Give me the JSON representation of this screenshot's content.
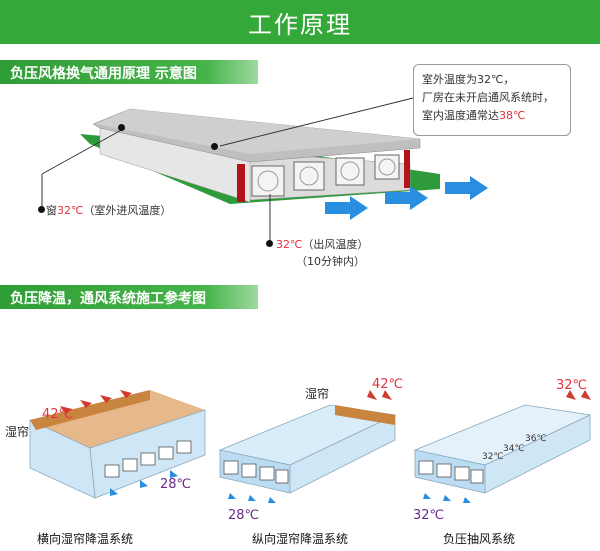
{
  "page_title": "工作原理",
  "section1": {
    "title": "负压风格换气通用原理 示意图",
    "callout": {
      "line1": "室外温度为32℃，",
      "line2": "厂房在未开启通风系统时，",
      "line3_prefix": "室内温度通常达",
      "line3_value": "38℃"
    },
    "window_label_prefix": "窗",
    "window_label_value": "32℃",
    "window_label_suffix": "（室外进风温度）",
    "outlet_label_value": "32℃",
    "outlet_label_suffix": "（出风温度）",
    "outlet_label_time": "（10分钟内）"
  },
  "section2": {
    "title": "负压降温，通风系统施工参考图",
    "diagrams": [
      {
        "caption": "横向湿帘降温系统",
        "curtain_label": "湿帘",
        "in_temp": "42℃",
        "out_temp": "28℃"
      },
      {
        "caption": "纵向湿帘降温系统",
        "curtain_label": "湿帘",
        "in_temp": "42℃",
        "out_temp": "28℃"
      },
      {
        "caption": "负压抽风系统",
        "in_temp": "32℃",
        "gradient_temps": [
          "32℃",
          "34℃",
          "36℃"
        ],
        "out_temp": "32℃"
      }
    ]
  },
  "colors": {
    "banner_green": "#35a83a",
    "grass_green": "#2e9a3c",
    "temp_red": "#e3343c",
    "arrow_blue": "#2a8ee0",
    "exhaust_purple": "#6b2a8c"
  }
}
